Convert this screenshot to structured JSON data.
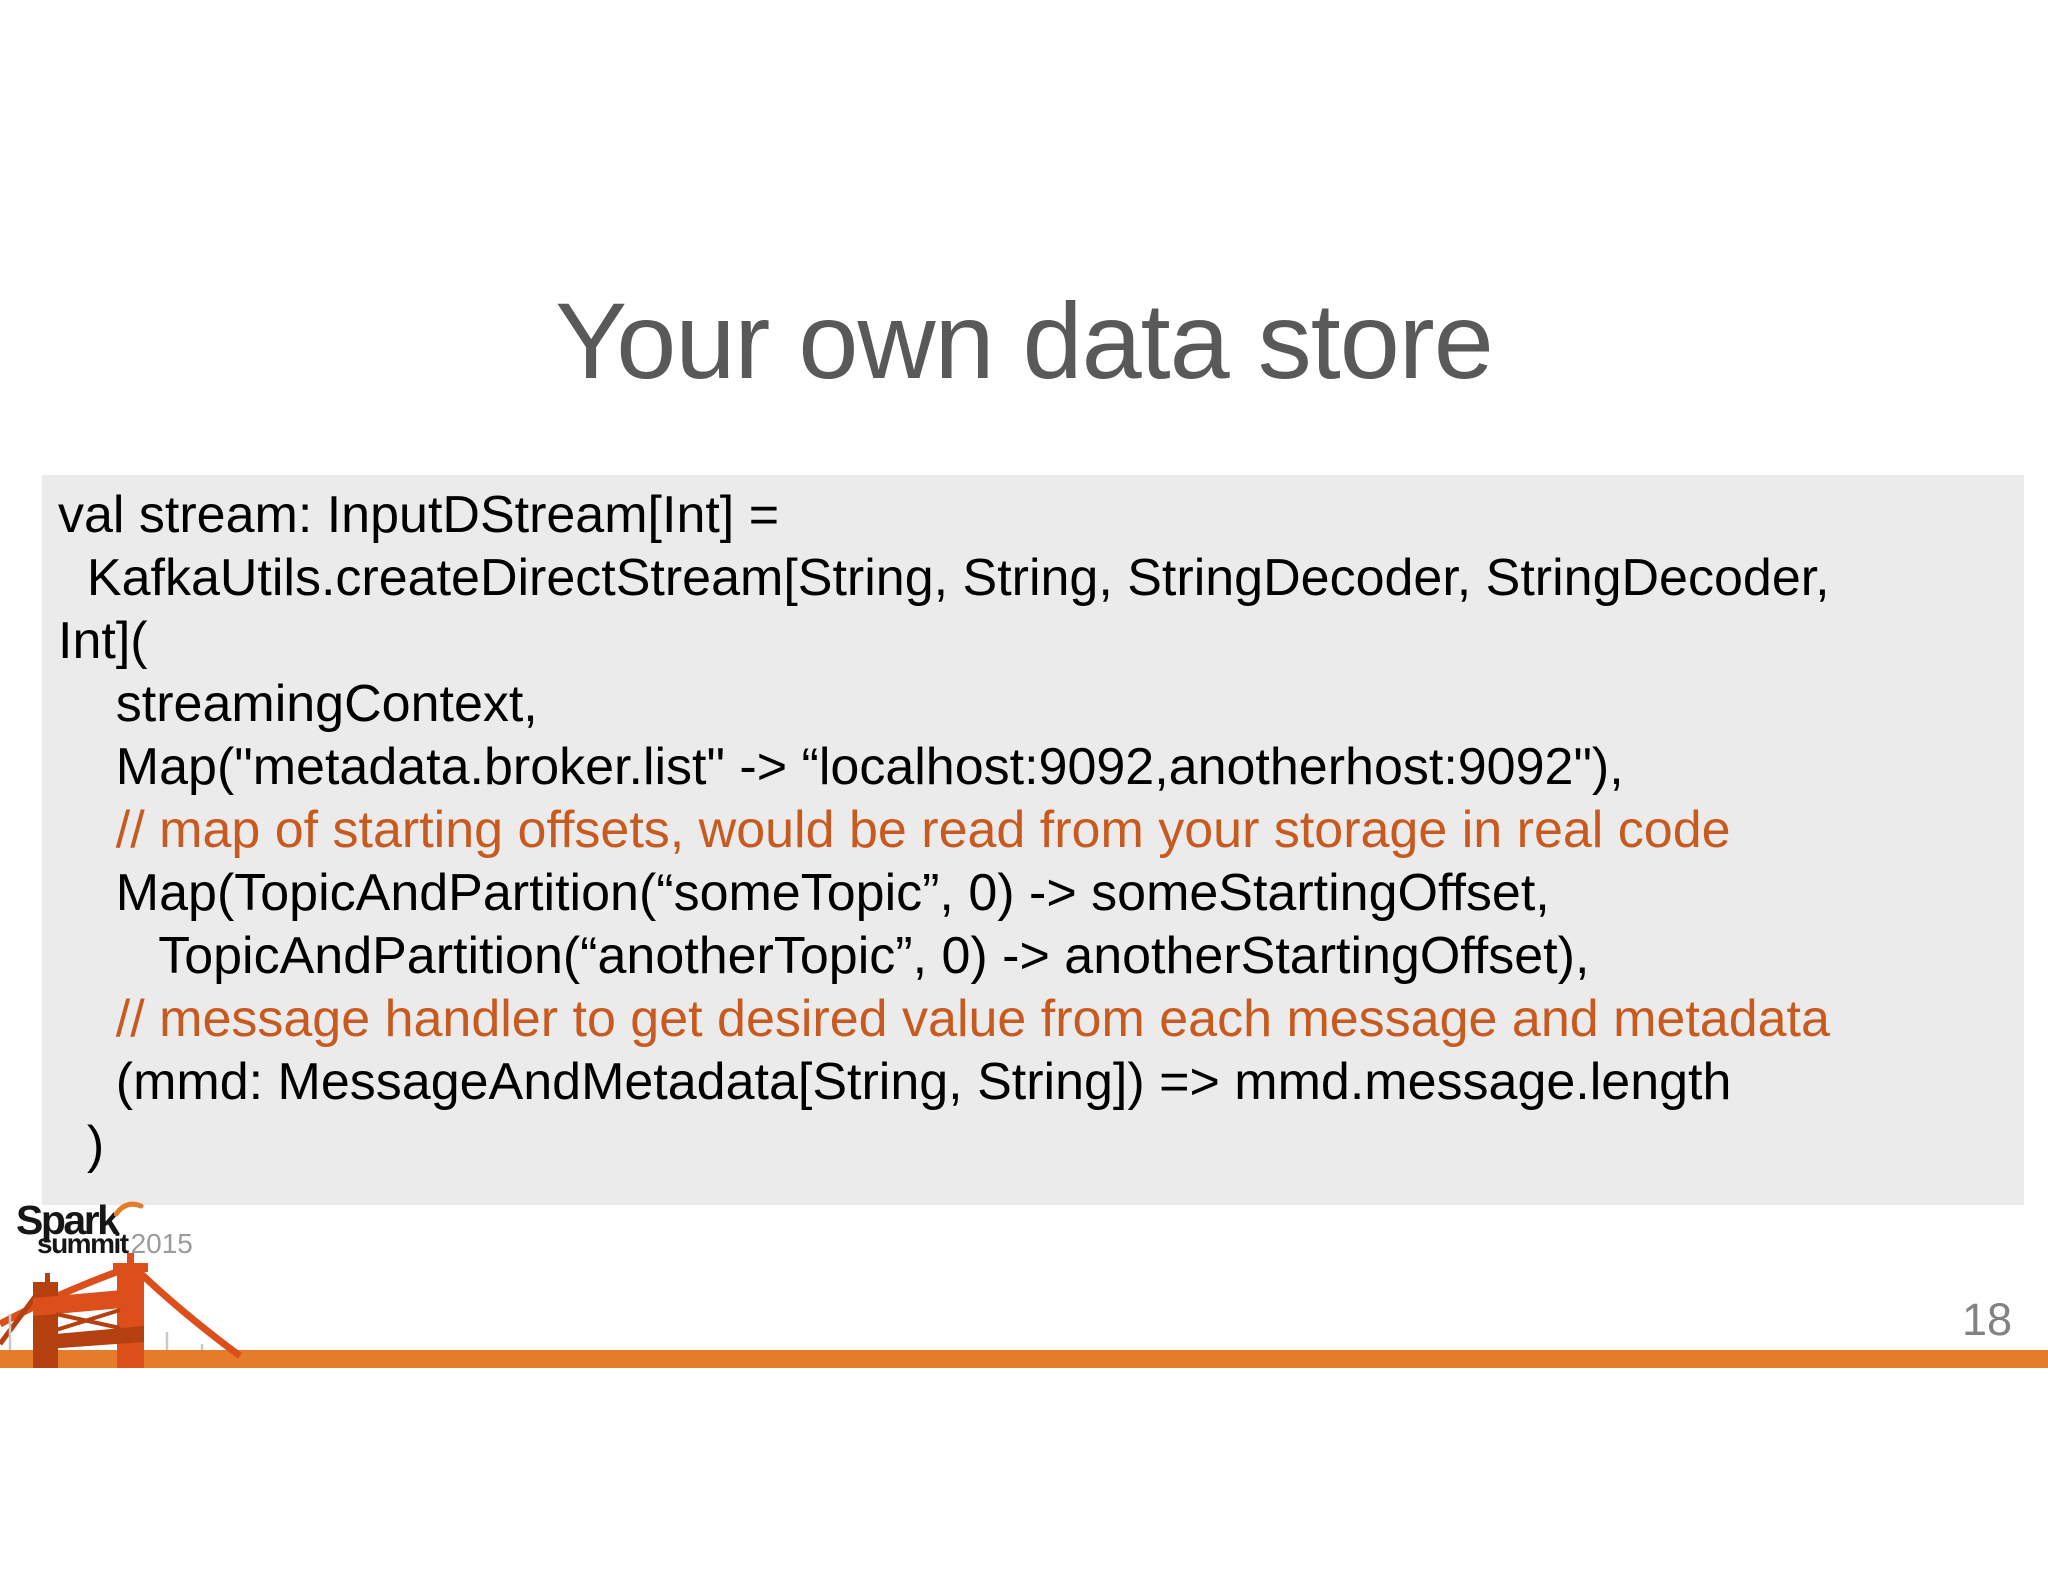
{
  "slide": {
    "title": "Your own data store"
  },
  "code_block": {
    "lines": [
      {
        "type": "code",
        "text": "val stream: InputDStream[Int] ="
      },
      {
        "type": "code",
        "text": "  KafkaUtils.createDirectStream[String, String, StringDecoder, StringDecoder,"
      },
      {
        "type": "code",
        "text": "Int]("
      },
      {
        "type": "code",
        "text": "    streamingContext,"
      },
      {
        "type": "code",
        "text": "    Map(\"metadata.broker.list\" -> “localhost:9092,anotherhost:9092\"),"
      },
      {
        "type": "comment",
        "text": "    // map of starting offsets, would be read from your storage in real code"
      },
      {
        "type": "code",
        "text": "    Map(TopicAndPartition(“someTopic”, 0) -> someStartingOffset,"
      },
      {
        "type": "code",
        "text": "       TopicAndPartition(“anotherTopic”, 0) -> anotherStartingOffset),"
      },
      {
        "type": "comment",
        "text": "    // message handler to get desired value from each message and metadata"
      },
      {
        "type": "code",
        "text": "    (mmd: MessageAndMetadata[String, String]) => mmd.message.length"
      },
      {
        "type": "code",
        "text": "  )"
      }
    ]
  },
  "footer": {
    "logo": {
      "spark": "Spark",
      "summit": "summit",
      "year": "2015",
      "spark_icon": "spark-flame-arc-icon",
      "bridge_icon": "golden-gate-bridge-icon"
    },
    "page_number": "18"
  },
  "colors": {
    "title_gray": "#595959",
    "code_black": "#000000",
    "comment_orange": "#C85A1F",
    "box_gray": "#EBEBEB",
    "bar_orange": "#E57C2B",
    "bridge_orange": "#DC4E1A",
    "bridge_dark": "#B4400F",
    "logo_black": "#161616",
    "year_gray": "#9B9B9B",
    "page_gray": "#828282",
    "suspender_gray": "#C9C9C9"
  }
}
